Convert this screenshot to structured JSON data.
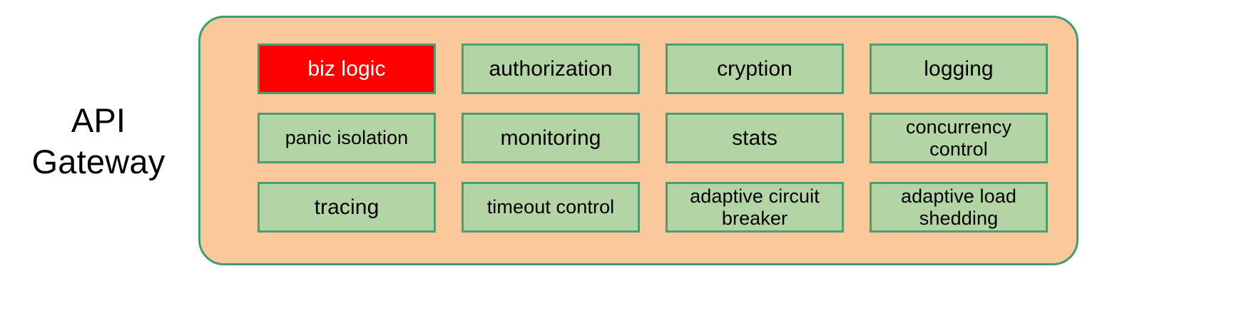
{
  "diagram": {
    "side_label": "API\nGateway",
    "container_name": "api-gateway-container",
    "colors": {
      "container_fill": "#fac89a",
      "container_border": "#3f9d71",
      "module_fill": "#b3d4a4",
      "module_border": "#4c9e72",
      "highlight_fill": "#ff0000",
      "highlight_text": "#ffffff",
      "text": "#000000",
      "background": "#ffffff"
    },
    "grid": {
      "rows": 3,
      "columns": 4,
      "modules": [
        {
          "label": "biz logic",
          "highlighted": true,
          "lines": 1,
          "size": "md"
        },
        {
          "label": "authorization",
          "highlighted": false,
          "lines": 1,
          "size": "md"
        },
        {
          "label": "cryption",
          "highlighted": false,
          "lines": 1,
          "size": "md"
        },
        {
          "label": "logging",
          "highlighted": false,
          "lines": 1,
          "size": "md"
        },
        {
          "label": "panic isolation",
          "highlighted": false,
          "lines": 1,
          "size": "sm"
        },
        {
          "label": "monitoring",
          "highlighted": false,
          "lines": 1,
          "size": "md"
        },
        {
          "label": "stats",
          "highlighted": false,
          "lines": 1,
          "size": "md"
        },
        {
          "label": "concurrency\ncontrol",
          "highlighted": false,
          "lines": 2,
          "size": "sm"
        },
        {
          "label": "tracing",
          "highlighted": false,
          "lines": 1,
          "size": "md"
        },
        {
          "label": "timeout control",
          "highlighted": false,
          "lines": 1,
          "size": "sm"
        },
        {
          "label": "adaptive circuit\nbreaker",
          "highlighted": false,
          "lines": 2,
          "size": "sm"
        },
        {
          "label": "adaptive load\nshedding",
          "highlighted": false,
          "lines": 2,
          "size": "sm"
        }
      ]
    }
  }
}
